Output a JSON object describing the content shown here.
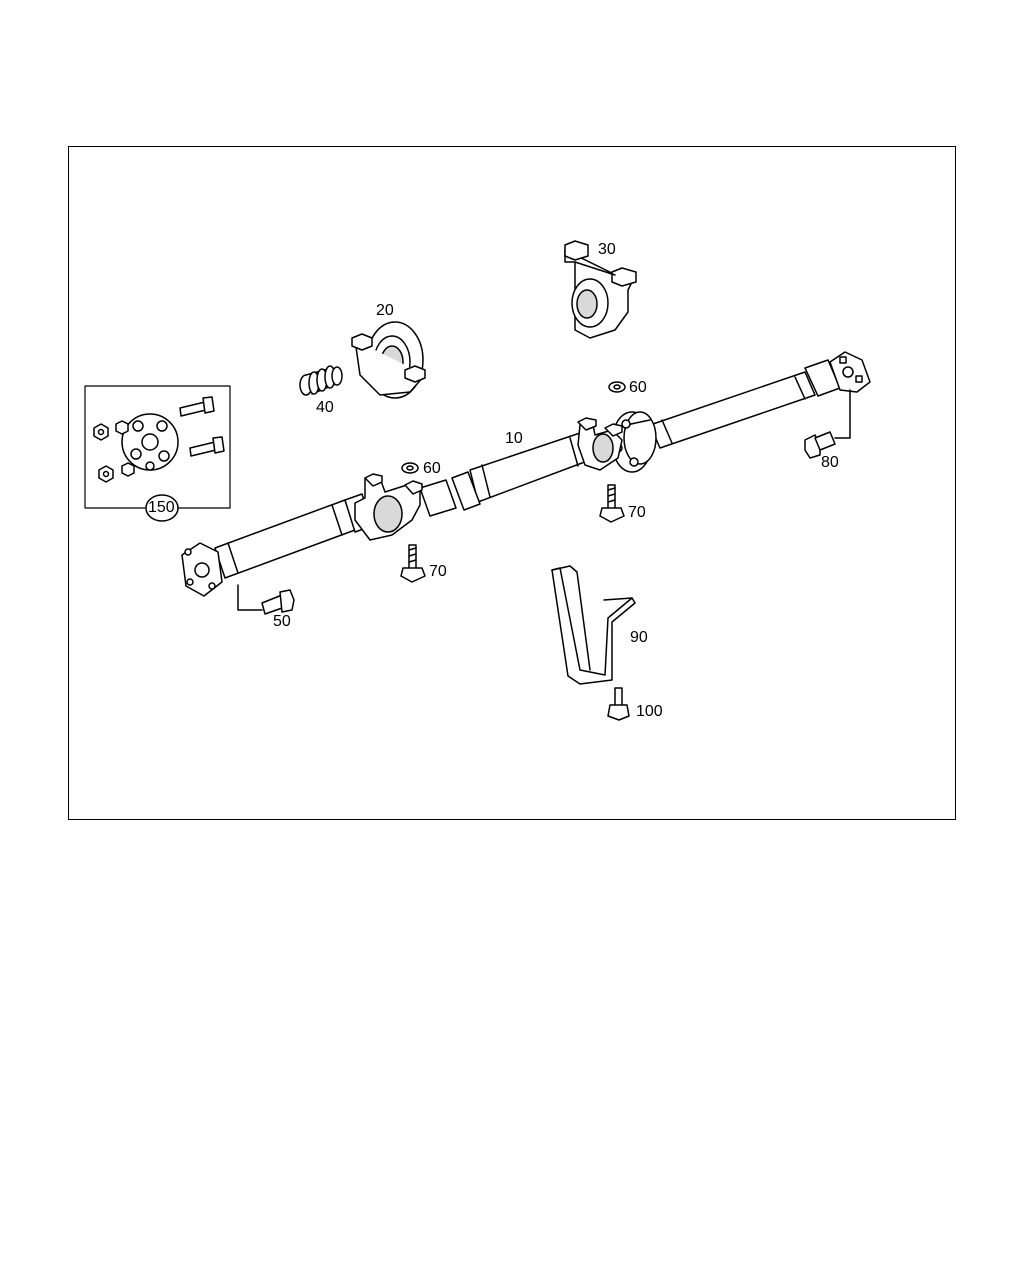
{
  "diagram": {
    "callouts": {
      "p10": "10",
      "p20": "20",
      "p30": "30",
      "p40": "40",
      "p50": "50",
      "p60a": "60",
      "p60b": "60",
      "p70a": "70",
      "p70b": "70",
      "p80": "80",
      "p90": "90",
      "p100": "100",
      "p150": "150"
    },
    "colors": {
      "line": "#000000",
      "fill": "#ffffff",
      "shade": "#d9d9d9"
    }
  }
}
